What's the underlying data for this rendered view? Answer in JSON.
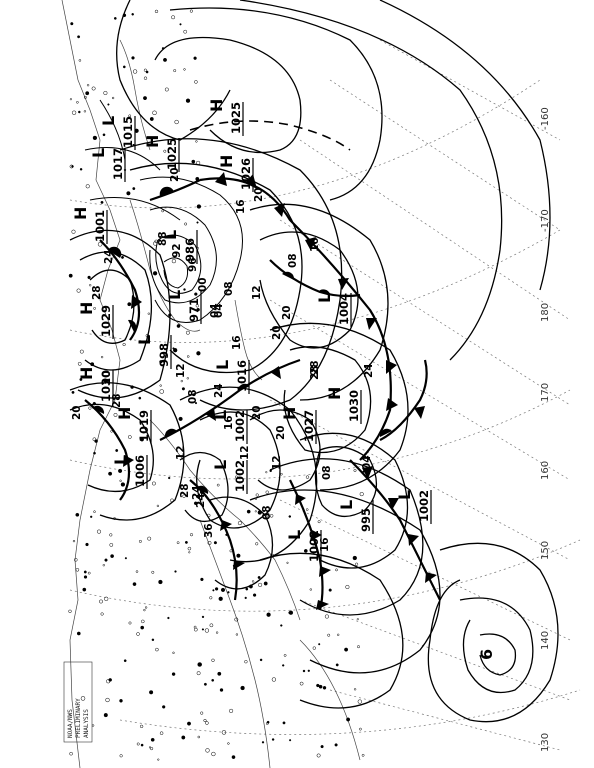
{
  "map": {
    "caption_lines": [
      "NOAA/NWS",
      "PRELIMINARY",
      "ANALYSIS"
    ],
    "longitude_labels": [
      {
        "text": "130",
        "lon": 130
      },
      {
        "text": "140",
        "lon": 140
      },
      {
        "text": "150",
        "lon": 150
      },
      {
        "text": "160",
        "lon": 160
      },
      {
        "text": "170",
        "lon": 170
      },
      {
        "text": "180",
        "lon": 180
      },
      {
        "text": "-170",
        "lon": -170
      },
      {
        "text": "-160",
        "lon": -160
      }
    ],
    "pressure_centers": [
      {
        "type": "H",
        "value": "1025",
        "id": "high-1025-north"
      },
      {
        "type": "H",
        "value": "1026",
        "id": "high-1026"
      },
      {
        "type": "H",
        "value": "1025",
        "id": "high-1025-west"
      },
      {
        "type": "L",
        "value": "1017",
        "id": "low-1017"
      },
      {
        "type": "L",
        "value": "1015",
        "id": "low-1015"
      },
      {
        "type": "L",
        "value": "986",
        "id": "low-986"
      },
      {
        "type": "L",
        "value": "971",
        "id": "low-971"
      },
      {
        "type": "L",
        "value": "998",
        "id": "low-998"
      },
      {
        "type": "L",
        "value": "1004",
        "id": "low-1004"
      },
      {
        "type": "H",
        "value": "1030",
        "id": "high-1030-east"
      },
      {
        "type": "H",
        "value": "1027",
        "id": "high-1027"
      },
      {
        "type": "L",
        "value": "1016",
        "id": "low-1016"
      },
      {
        "type": "L",
        "value": "1002",
        "id": "low-1002-a"
      },
      {
        "type": "L",
        "value": "1002",
        "id": "low-1002-b"
      },
      {
        "type": "H",
        "value": "1019",
        "id": "high-1019"
      },
      {
        "type": "L",
        "value": "1006",
        "id": "low-1006"
      },
      {
        "type": "H",
        "value": "1030",
        "id": "high-1030-west"
      },
      {
        "type": "H",
        "value": "1029",
        "id": "high-1029"
      },
      {
        "type": "H",
        "value": "1001",
        "id": "high-1001"
      },
      {
        "type": "L",
        "value": "995",
        "id": "low-995"
      },
      {
        "type": "L",
        "value": "1002",
        "id": "low-1002-c"
      },
      {
        "type": "L",
        "value": "1002",
        "id": "low-1002-d"
      }
    ],
    "isobar_labels": [
      "20",
      "16",
      "16",
      "20",
      "08",
      "12",
      "04",
      "08",
      "00",
      "96",
      "92",
      "88",
      "20",
      "24",
      "28",
      "24",
      "28",
      "16",
      "12",
      "08",
      "04",
      "20",
      "28",
      "24",
      "20",
      "12",
      "16",
      "12",
      "08",
      "36",
      "16",
      "28",
      "24",
      "20",
      "28",
      "24",
      "20",
      "12",
      "08",
      "04",
      "20"
    ],
    "tropical_cyclone_symbol": "6"
  }
}
